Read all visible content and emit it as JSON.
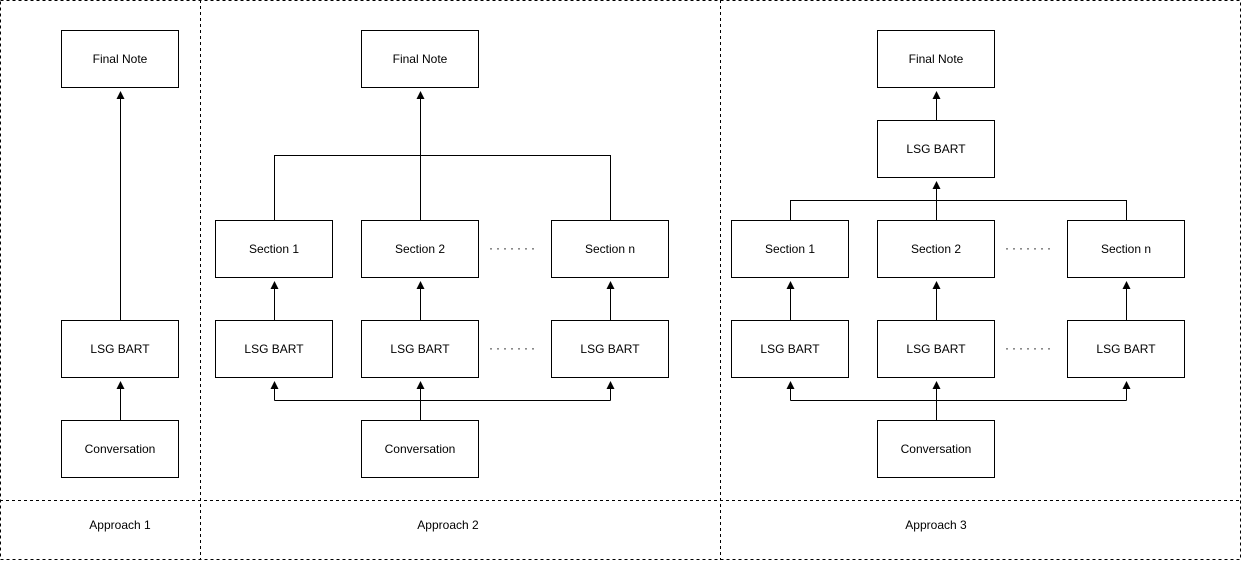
{
  "labels": {
    "final_note": "Final Note",
    "lsg_bart": "LSG BART",
    "conversation": "Conversation",
    "section_1": "Section 1",
    "section_2": "Section 2",
    "section_n": "Section n",
    "ellipsis": "·······"
  },
  "approaches": [
    "Approach 1",
    "Approach 2",
    "Approach 3"
  ],
  "colors": {
    "line": "#000000",
    "dashed_border": "#000000",
    "background": "#ffffff"
  }
}
